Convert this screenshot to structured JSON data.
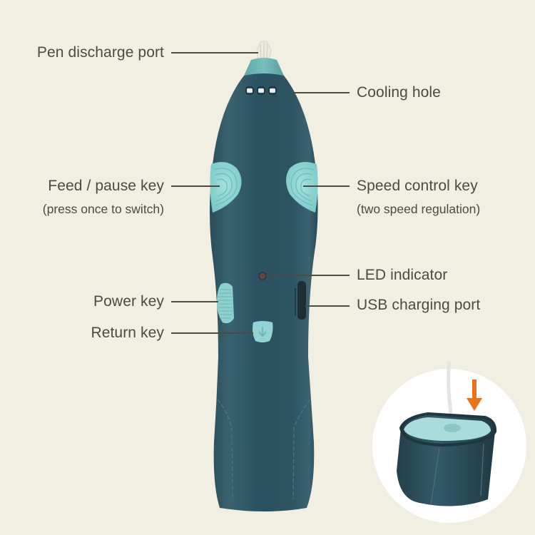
{
  "diagram": {
    "subject": "3D printing pen",
    "colors": {
      "background": "#f1eee2",
      "pen_body": "#2f5564",
      "pen_body_dark": "#244552",
      "accent_teal": "#8fd3d3",
      "label_text": "#4b4b43",
      "leader_line": "#4d4a3f",
      "arrow_orange": "#e8731c",
      "inset_circle": "#ffffff"
    },
    "labels_left": [
      {
        "id": "pen-discharge-port",
        "text": "Pen discharge port"
      },
      {
        "id": "feed-pause-key",
        "text": "Feed / pause key",
        "subtext": "(press once to switch)"
      },
      {
        "id": "power-key",
        "text": "Power key"
      },
      {
        "id": "return-key",
        "text": "Return key"
      }
    ],
    "labels_right": [
      {
        "id": "cooling-hole",
        "text": "Cooling hole"
      },
      {
        "id": "speed-control-key",
        "text": "Speed control key",
        "subtext": "(two speed regulation)"
      },
      {
        "id": "led-indicator",
        "text": "LED indicator"
      },
      {
        "id": "usb-charging-port",
        "text": "USB charging port"
      }
    ],
    "inset": {
      "description": "Filament insertion at pen rear",
      "arrow_icon": "down-arrow-icon"
    }
  }
}
